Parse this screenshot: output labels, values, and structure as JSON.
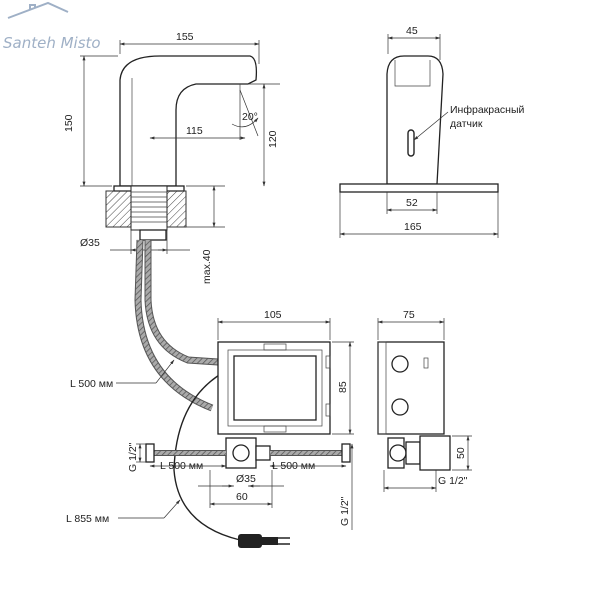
{
  "logo": {
    "text": "Santeh Misto"
  },
  "faucet_side": {
    "width_label": "155",
    "height_label": "150",
    "reach_label": "115",
    "spout_height_label": "120",
    "angle_label": "20°",
    "diameter_label": "Ø35",
    "thread_label": "max.40"
  },
  "faucet_front": {
    "top_width_label": "45",
    "sensor_label_line1": "Инфракрасный",
    "sensor_label_line2": "датчик",
    "inner_width_label": "52",
    "base_width_label": "165"
  },
  "box_front": {
    "width_label": "105",
    "height_label": "85",
    "offset_label": "60",
    "diameter_label": "Ø35",
    "hose_left_label": "L 500 мм",
    "hose_right_label": "L 500 мм",
    "thread_left_label": "G 1/2\"",
    "thread_bottom_label": "G 1/2\""
  },
  "box_side": {
    "width_label": "75",
    "height_label": "50",
    "thread_label": "G 1/2\""
  },
  "cables": {
    "hose_label": "L 500 мм",
    "power_label": "L 855 мм"
  }
}
